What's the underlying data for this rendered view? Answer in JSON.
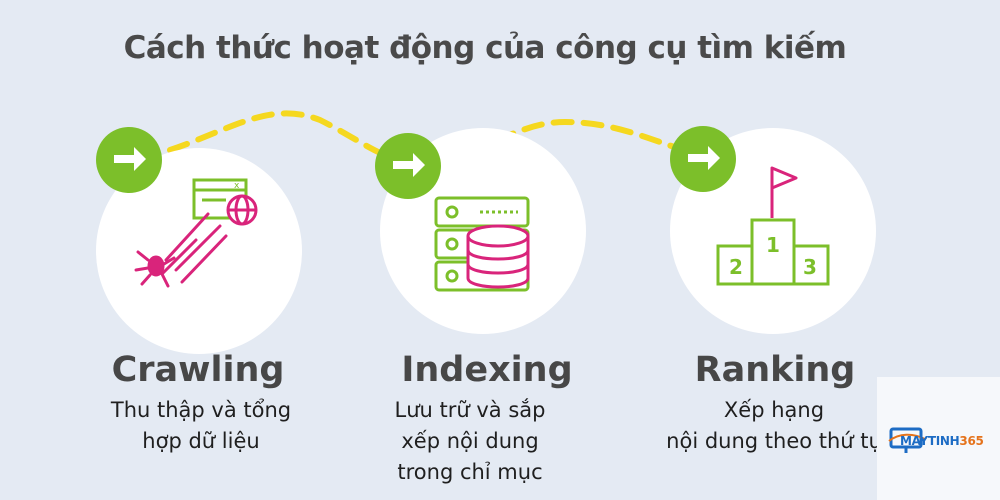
{
  "title": "Cách thức hoạt động của công cụ tìm kiếm",
  "steps": [
    {
      "name": "Crawling",
      "desc": [
        "Thu thập và tổng",
        "hợp dữ liệu"
      ]
    },
    {
      "name": "Indexing",
      "desc": [
        "Lưu trữ và sắp",
        "xếp nội dung",
        "trong chỉ mục"
      ]
    },
    {
      "name": "Ranking",
      "desc": [
        "Xếp hạng",
        "nội dung theo thứ tự"
      ]
    }
  ],
  "podium": {
    "first": "1",
    "second": "2",
    "third": "3"
  },
  "watermark": {
    "brand_main": "MAYTINH",
    "brand_number": "365"
  },
  "colors": {
    "green": "#7cbf2a",
    "magenta": "#d9247b",
    "yellow": "#f5d81f",
    "background": "#e4eaf3"
  },
  "icons": [
    "arrow-right-icon",
    "browser-window-icon",
    "globe-icon",
    "spider-icon",
    "server-icon",
    "database-icon",
    "podium-icon",
    "flag-icon"
  ]
}
